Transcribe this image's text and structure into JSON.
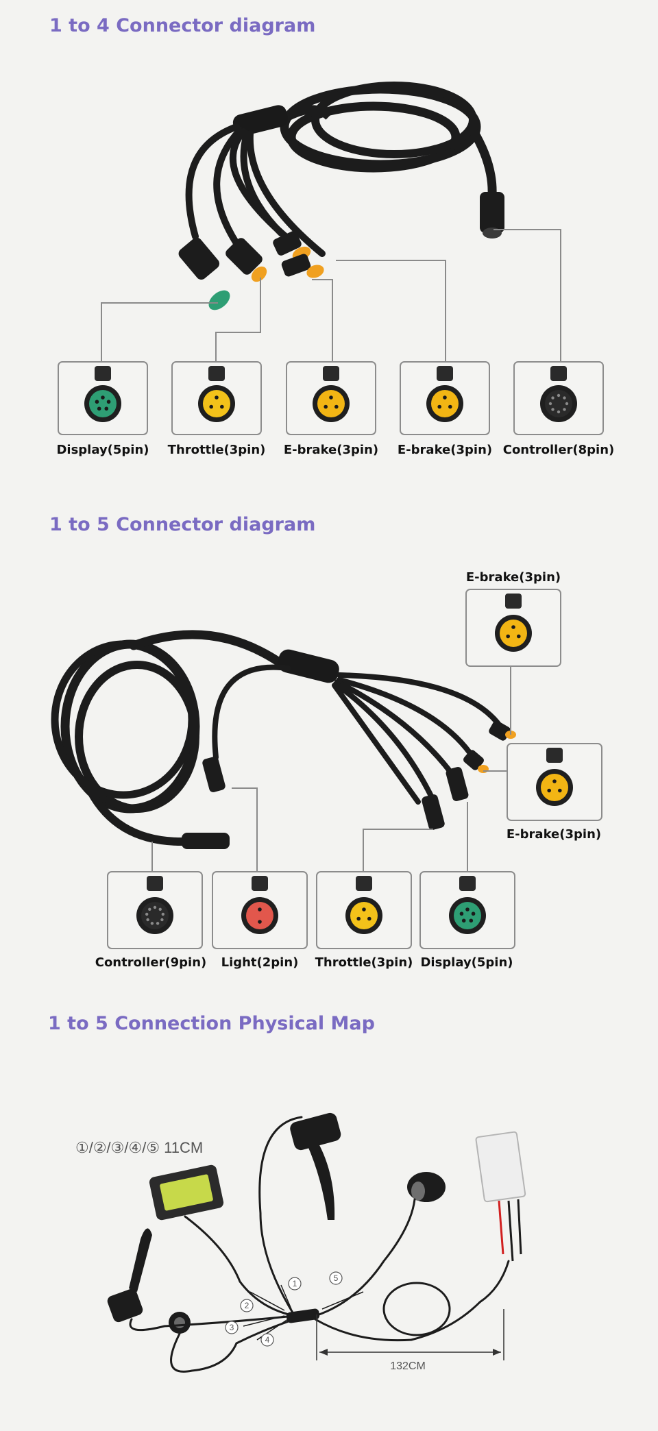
{
  "sections": {
    "s1": {
      "title": "1 to 4 Connector diagram",
      "connectors": [
        {
          "label": "Display(5pin)",
          "color": "#2e9e74",
          "pins": 5
        },
        {
          "label": "Throttle(3pin)",
          "color": "#f3c21a",
          "pins": 3
        },
        {
          "label": "E-brake(3pin)",
          "color": "#f2b514",
          "pins": 3
        },
        {
          "label": "E-brake(3pin)",
          "color": "#f2b514",
          "pins": 3
        },
        {
          "label": "Controller(8pin)",
          "color": "#2a2a2a",
          "pins": 8
        }
      ]
    },
    "s2": {
      "title": "1 to 5 Connector diagram",
      "connectors": [
        {
          "label": "E-brake(3pin)",
          "color": "#f2b514",
          "pins": 3
        },
        {
          "label": "E-brake(3pin)",
          "color": "#f2b514",
          "pins": 3
        },
        {
          "label": "Controller(9pin)",
          "color": "#2a2a2a",
          "pins": 9
        },
        {
          "label": "Light(2pin)",
          "color": "#e2574c",
          "pins": 2
        },
        {
          "label": "Throttle(3pin)",
          "color": "#f3c21a",
          "pins": 3
        },
        {
          "label": "Display(5pin)",
          "color": "#2e9e74",
          "pins": 5
        }
      ]
    },
    "s3": {
      "title": "1 to 5 Connection Physical Map",
      "branch_length": "①/②/③/④/⑤   11CM",
      "main_length": "132CM",
      "markers": [
        "1",
        "2",
        "3",
        "4",
        "5"
      ]
    }
  },
  "colors": {
    "title": "#7a6bc2",
    "cable": "#1c1c1c",
    "orange_tip": "#f0a020",
    "leader": "#8a8a8a"
  }
}
